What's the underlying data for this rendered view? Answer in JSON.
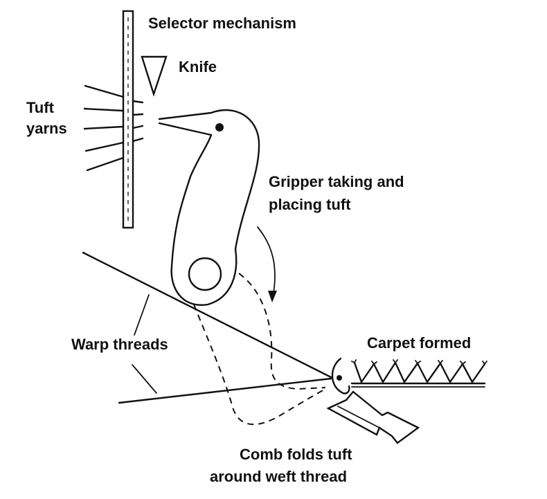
{
  "labels": {
    "selector": "Selector mechanism",
    "knife": "Knife",
    "tuft_line1": "Tuft",
    "tuft_line2": "yarns",
    "gripper_line1": "Gripper taking and",
    "gripper_line2": "placing tuft",
    "warp": "Warp threads",
    "carpet": "Carpet formed",
    "comb_line1": "Comb folds tuft",
    "comb_line2": "around weft thread"
  },
  "colors": {
    "ink": "#111111",
    "background": "#ffffff"
  }
}
